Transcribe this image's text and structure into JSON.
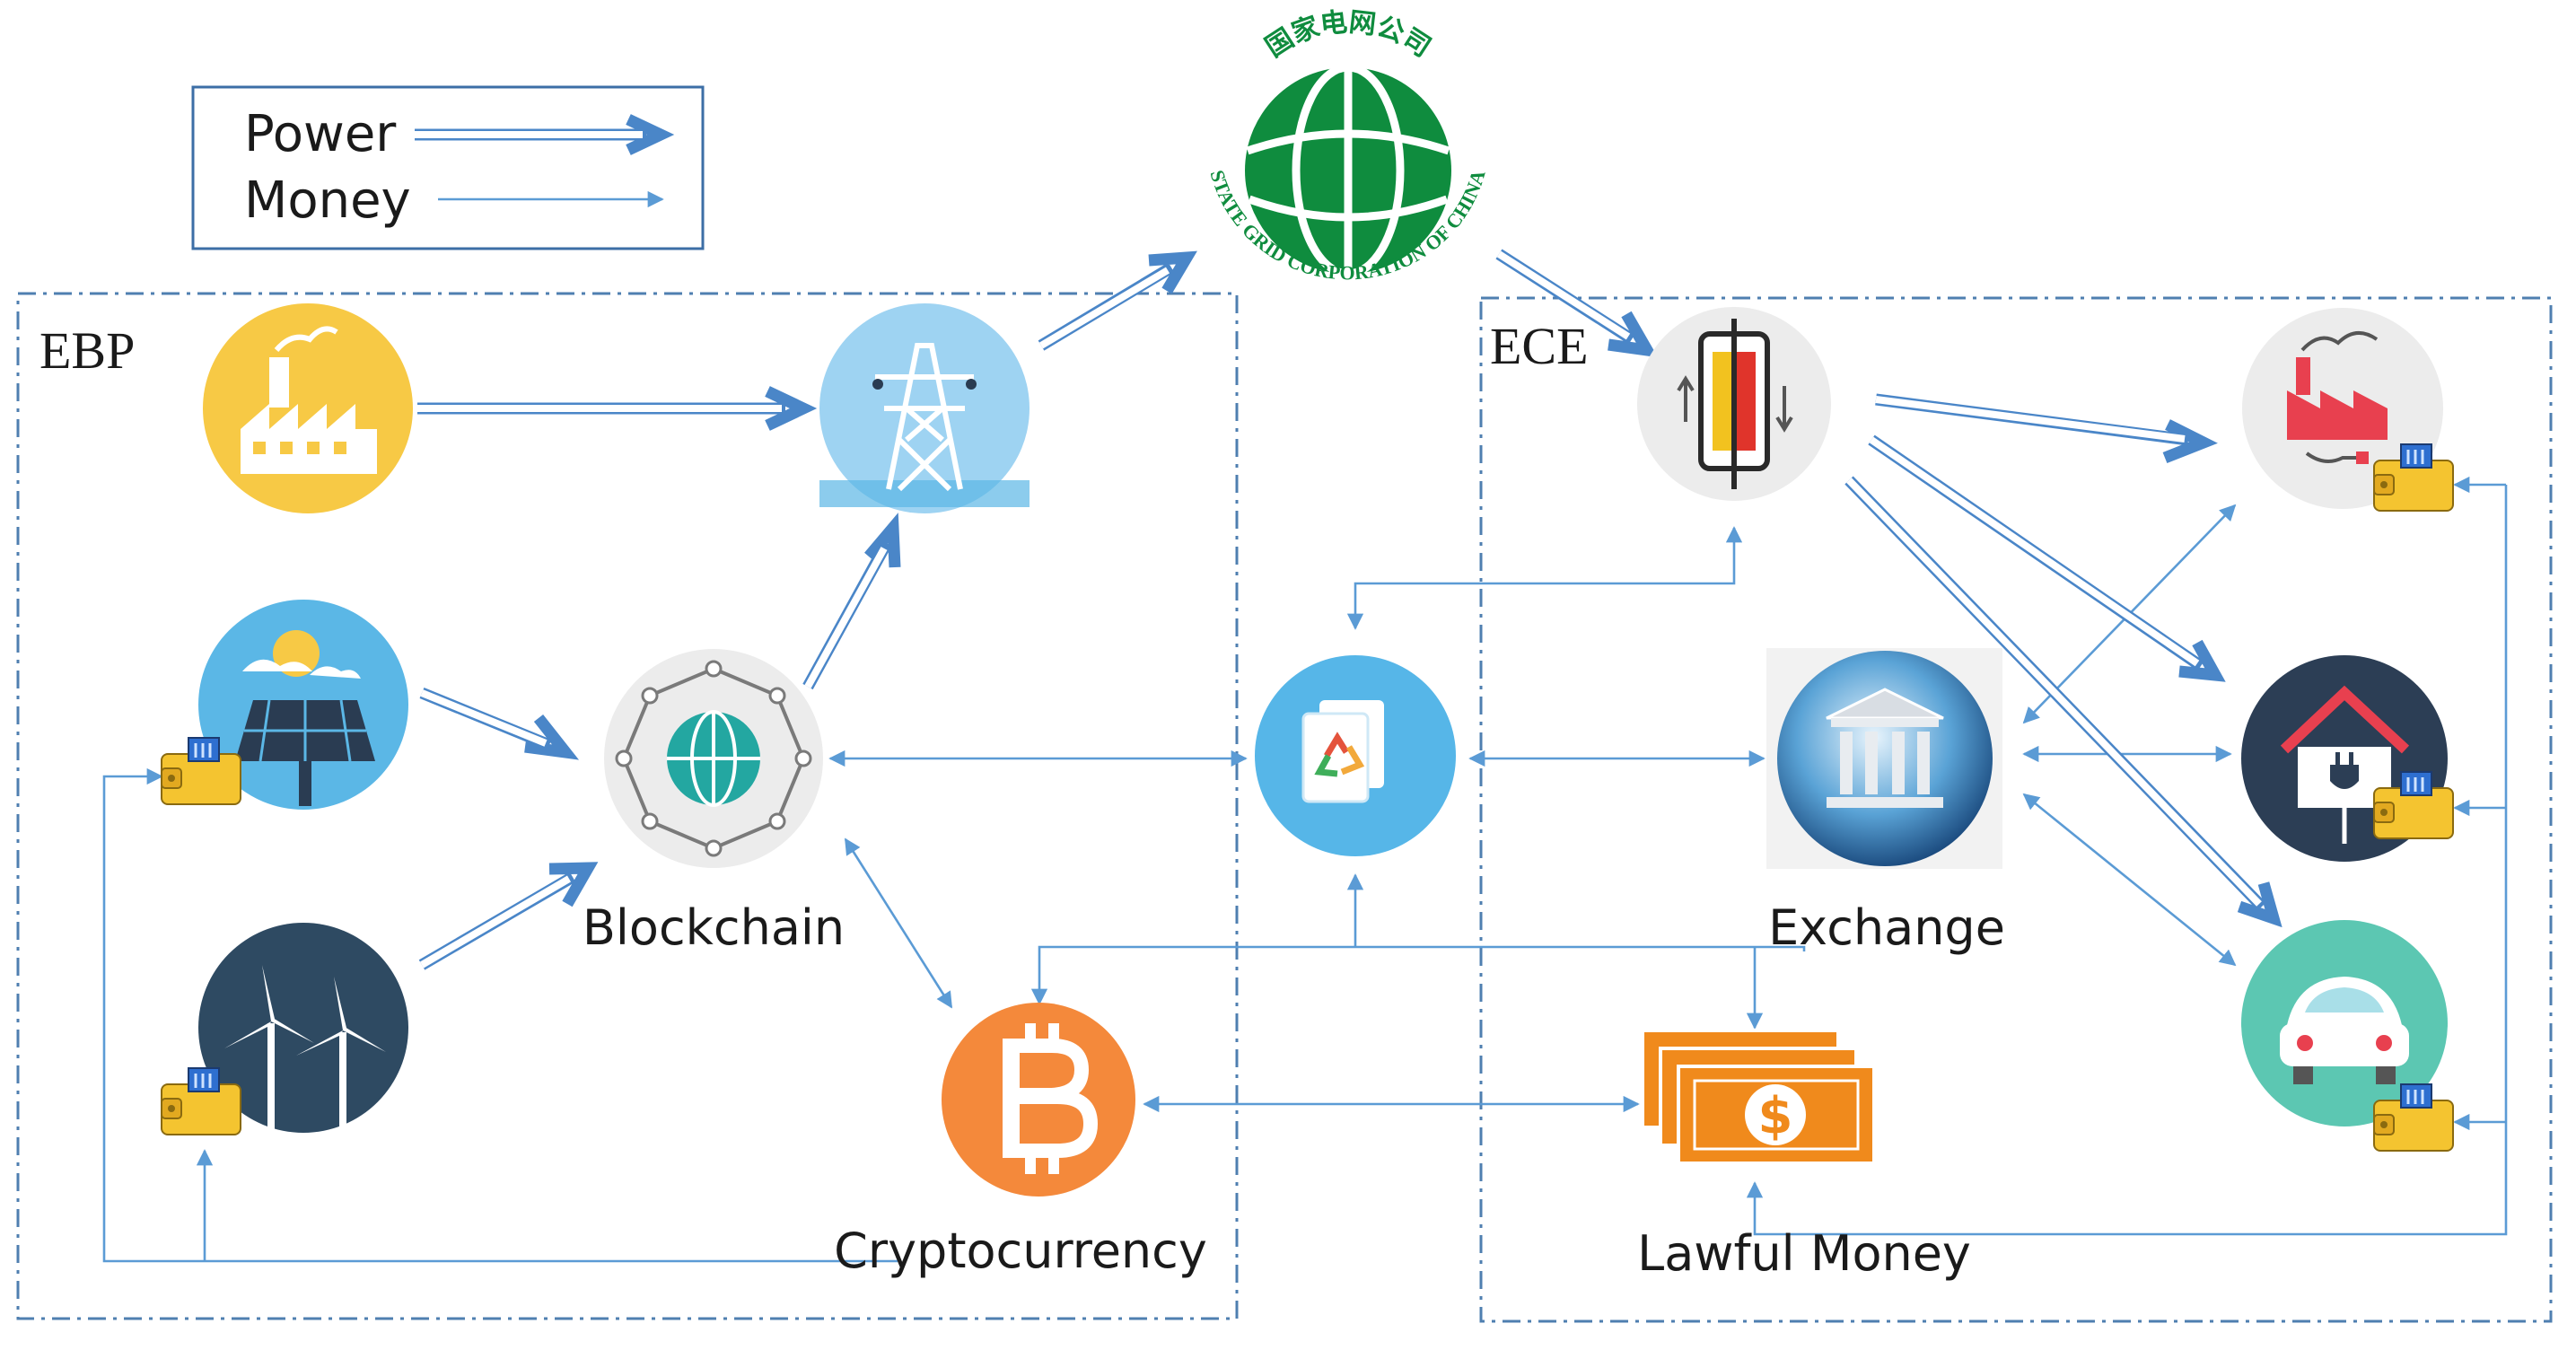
{
  "legend": {
    "power": "Power",
    "money": "Money"
  },
  "groups": {
    "ebp": "EBP",
    "ece": "ECE"
  },
  "labels": {
    "blockchain": "Blockchain",
    "cryptocurrency": "Cryptocurrency",
    "exchange": "Exchange",
    "lawful_money": "Lawful Money"
  },
  "state_grid": {
    "chinese": "国家电网公司",
    "english": "STATE GRID CORPORATION OF CHINA"
  },
  "icons": {
    "factory": "factory-icon",
    "solar": "solar-panel-icon",
    "wind": "wind-turbine-icon",
    "tower": "transmission-tower-icon",
    "blockchain": "blockchain-globe-icon",
    "contract": "smart-contract-icon",
    "bitcoin": "bitcoin-icon",
    "meter": "battery-meter-icon",
    "bank": "bank-icon",
    "cash": "dollar-bills-icon",
    "industry": "industrial-consumer-icon",
    "home": "home-outlet-icon",
    "ev": "electric-car-icon",
    "wallet": "wallet-icon"
  },
  "colors": {
    "power_arrow": "#4a86c8",
    "money_arrow": "#5b9bd5",
    "group_border": "#4f7fb0",
    "factory_bg": "#f7c945",
    "solar_bg": "#5bb7e6",
    "wind_bg": "#2e4a62",
    "tower_bg": "#9ed3f2",
    "bitcoin_bg": "#f4893b",
    "contract_bg": "#56b6e8",
    "state_grid_green": "#0f8c3e",
    "cash_orange": "#f08a1c",
    "ev_bg": "#5cc7b2",
    "home_bg": "#2c3e55"
  }
}
